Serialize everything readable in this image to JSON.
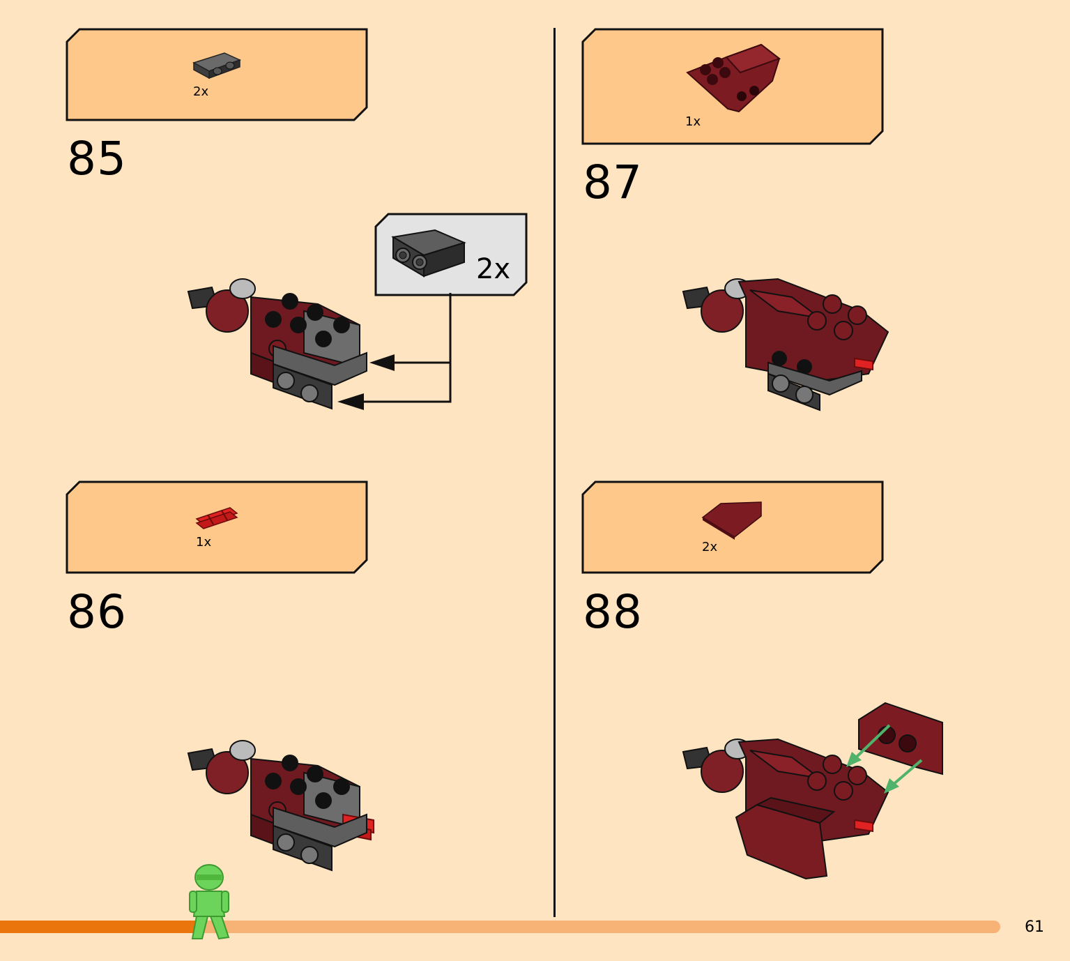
{
  "page": {
    "number": "61"
  },
  "progress": {
    "fraction": 0.2,
    "color": "#e9750c",
    "track_color": "#f7b376"
  },
  "colors": {
    "background": "#fee4c1",
    "parts_box": "#fec88a",
    "sub_box": "#e3e3e3",
    "dark_red": "#7c1c22",
    "dark_gray": "#4a4a4a",
    "red": "#d11a1a",
    "arrow_green": "#4fb36b"
  },
  "steps": [
    {
      "number": "85",
      "parts": [
        {
          "qty": "2x",
          "icon": "dark-gray-bracket-icon"
        }
      ],
      "callout": {
        "qty": "2x",
        "icon": "dark-gray-bracket-icon"
      }
    },
    {
      "number": "86",
      "parts": [
        {
          "qty": "1x",
          "icon": "red-dynamite-icon"
        }
      ]
    },
    {
      "number": "87",
      "parts": [
        {
          "qty": "1x",
          "icon": "dark-red-wedge-icon"
        }
      ]
    },
    {
      "number": "88",
      "parts": [
        {
          "qty": "2x",
          "icon": "dark-red-wedge-plate-icon"
        }
      ]
    }
  ]
}
